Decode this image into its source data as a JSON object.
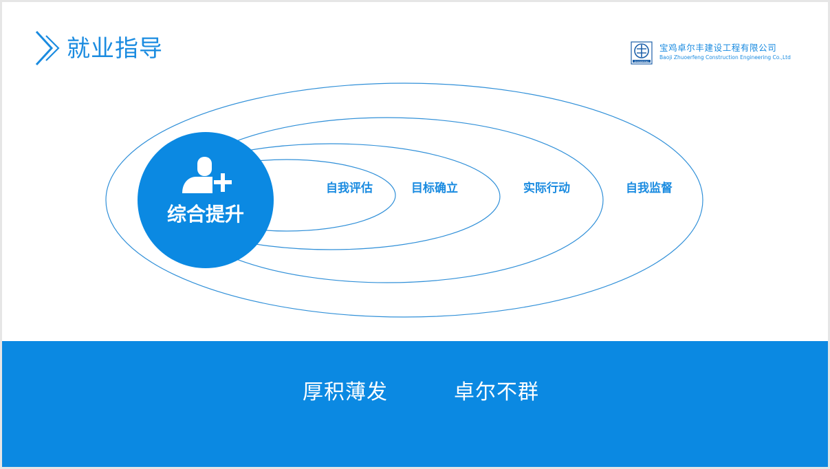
{
  "header": {
    "title": "就业指导"
  },
  "company": {
    "name_cn": "宝鸡卓尔丰建设工程有限公司",
    "name_en": "Baoji Zhuoerfeng Construction Engineering Co.,Ltd",
    "logo_text": "ZHUOERFENG"
  },
  "diagram": {
    "center_label": "综合提升",
    "rings": [
      "自我评估",
      "目标确立",
      "实际行动",
      "自我监督"
    ]
  },
  "footer": {
    "slogans": [
      "厚积薄发",
      "卓尔不群"
    ]
  },
  "colors": {
    "accent": "#0b89e2",
    "ring_stroke": "#2f8fd8",
    "text_blue": "#1a8be0"
  }
}
